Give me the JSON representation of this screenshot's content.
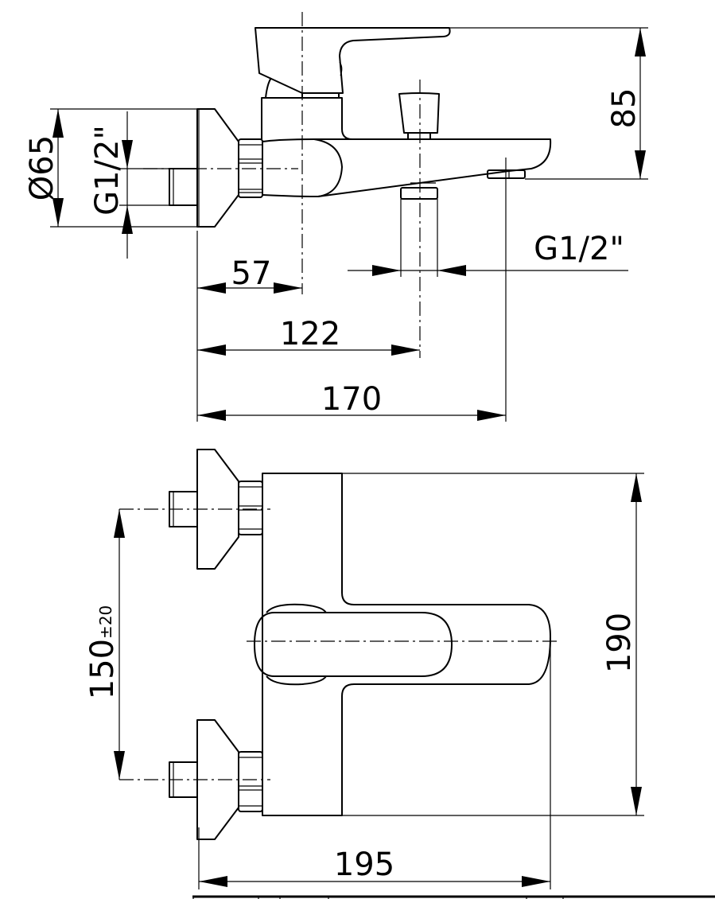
{
  "drawing": {
    "side_view": {
      "dim_height": "85",
      "dim_flange_diameter": "Ø65",
      "dim_inlet_thread": "G1/2\"",
      "dim_outlet_thread": "G1/2\"",
      "dim_handle_axis": "57",
      "dim_diverter_axis": "122",
      "dim_spout_axis": "170"
    },
    "top_view": {
      "dim_centers": "150",
      "dim_centers_tolerance": "±20",
      "dim_width": "190",
      "dim_projection": "195"
    }
  }
}
